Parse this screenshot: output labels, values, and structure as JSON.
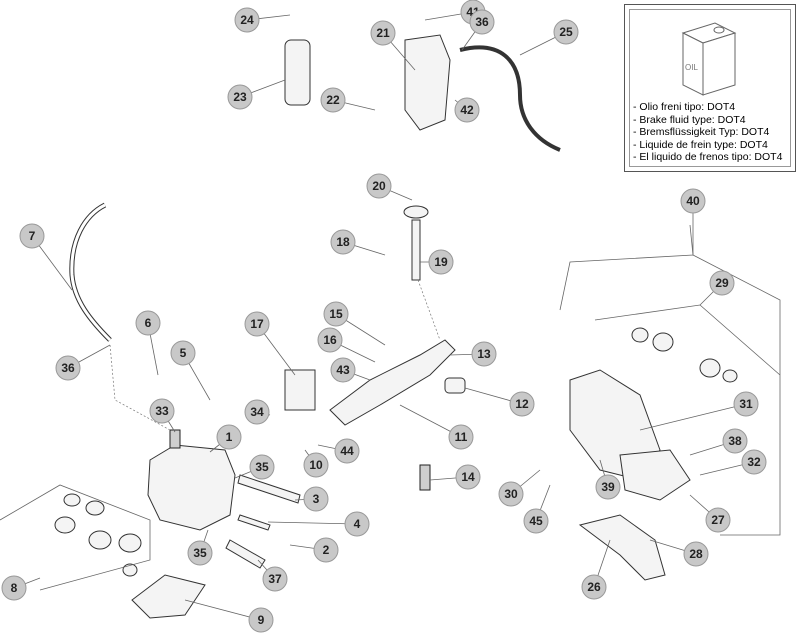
{
  "callouts": [
    "24",
    "41",
    "36",
    "25",
    "21",
    "23",
    "22",
    "42",
    "20",
    "18",
    "19",
    "40",
    "7",
    "29",
    "15",
    "6",
    "17",
    "16",
    "13",
    "5",
    "43",
    "36",
    "12",
    "33",
    "34",
    "1",
    "11",
    "31",
    "44",
    "10",
    "38",
    "35",
    "32",
    "14",
    "30",
    "3",
    "39",
    "4",
    "45",
    "27",
    "2",
    "35",
    "28",
    "37",
    "8",
    "26",
    "9"
  ],
  "legend": {
    "can_label": "OIL",
    "lines": [
      "- Olio freni tipo: DOT4",
      "- Brake fluid type: DOT4",
      "- Bremsflüssigkeit Typ: DOT4",
      "- Liquide de frein type: DOT4",
      "- El liquido de frenos tipo: DOT4"
    ]
  },
  "colors": {
    "callout_fill": "#c8c8c8",
    "line": "#333333"
  }
}
